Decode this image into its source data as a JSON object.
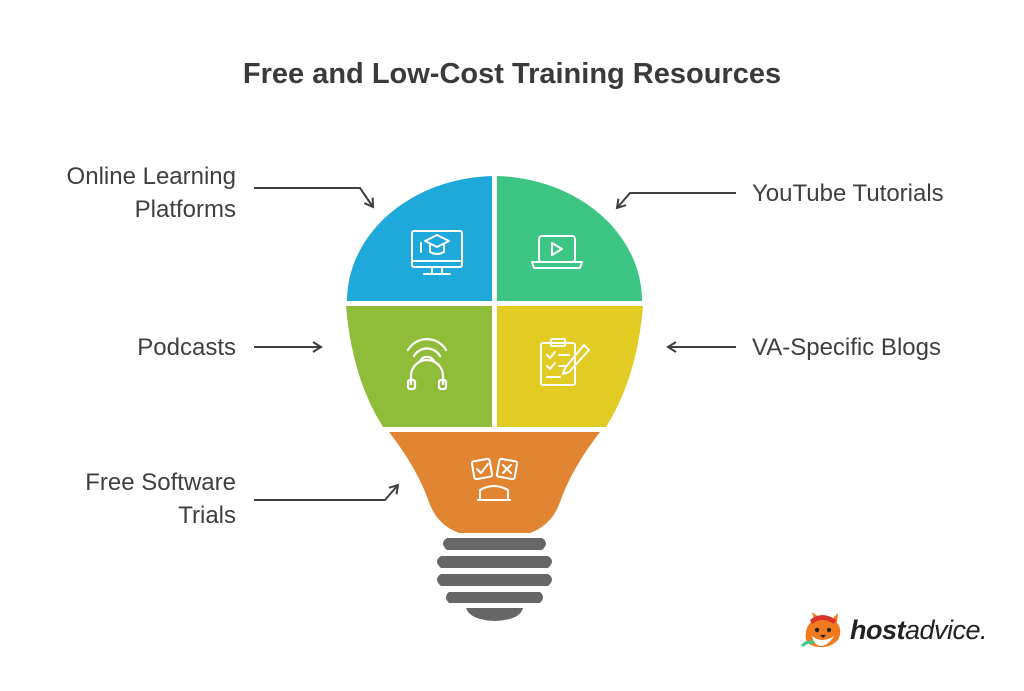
{
  "title": "Free and Low-Cost Training Resources",
  "labels": {
    "online_line1": "Online Learning",
    "online_line2": "Platforms",
    "youtube": "YouTube Tutorials",
    "podcasts": "Podcasts",
    "blogs": "VA-Specific Blogs",
    "trials_line1": "Free Software",
    "trials_line2": "Trials"
  },
  "logo": {
    "bold": "host",
    "regular": "advice."
  },
  "colors": {
    "online": "#1fa9db",
    "youtube": "#3dc583",
    "podcasts": "#8fbd3a",
    "blogs": "#e2cb22",
    "trials": "#e28532",
    "base": "#666666",
    "text": "#3f3f3f"
  },
  "icons": {
    "online": "graduate-monitor-icon",
    "youtube": "video-laptop-icon",
    "podcasts": "headphones-signal-icon",
    "blogs": "clipboard-pen-icon",
    "trials": "check-cross-cards-icon"
  }
}
